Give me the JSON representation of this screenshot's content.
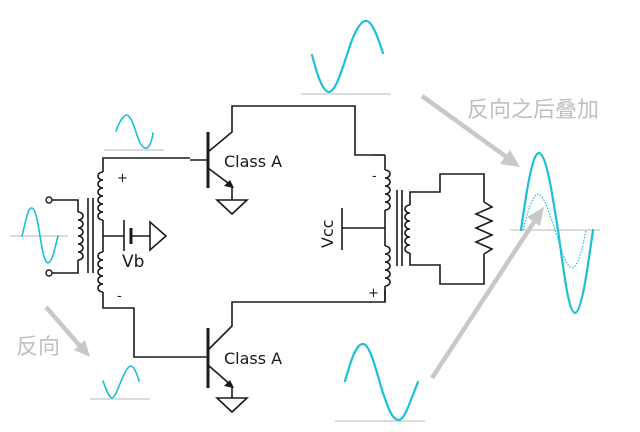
{
  "labels": {
    "transistor_top": "Class A",
    "transistor_bottom": "Class A",
    "bias_source": "Vb",
    "supply": "Vcc",
    "plus": "+",
    "minus": "-",
    "annotation_invert": "反向",
    "annotation_superpose": "反向之后叠加"
  },
  "colors": {
    "signal": "#1cc0d6",
    "wire": "#1a1a1a",
    "annotation_gray": "#c0c0c0"
  },
  "waveforms": {
    "input": "sine",
    "top_stage_input": "sine-inverted",
    "bottom_stage_input": "sine",
    "top_output": "half-positive",
    "bottom_output": "half-negative",
    "combined_output": "amplified-sine (solid) over original sine (dotted)"
  }
}
